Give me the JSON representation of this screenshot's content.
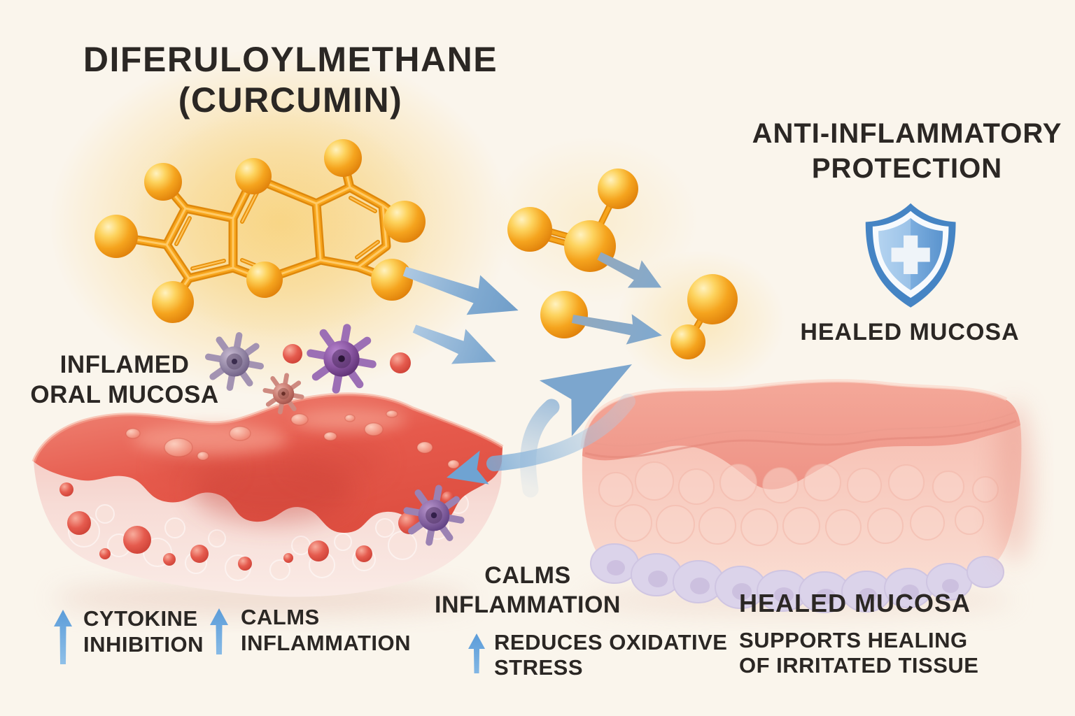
{
  "title": {
    "line1": "DIFERULOYLMETHANE",
    "line2": "(CURCUMIN)"
  },
  "protection_header": {
    "line1": "ANTI-INFLAMMATORY",
    "line2": "PROTECTION"
  },
  "shield_caption": "HEALED MUCOSA",
  "inflamed_label": {
    "line1": "INFLAMED",
    "line2": "ORAL MUCOSA"
  },
  "benefits": {
    "cytokine": {
      "line1": "CYTOKINE",
      "line2": "INHIBITION"
    },
    "calms_left": {
      "line1": "CALMS",
      "line2": "INFLAMMATION"
    },
    "calms_center": {
      "line1": "CALMS",
      "line2": "INFLAMMATION"
    },
    "oxidative": {
      "line1": "REDUCES OXIDATIVE",
      "line2": "STRESS"
    }
  },
  "healed_section": {
    "title": "HEALED MUCOSA",
    "sub_line1": "SUPPORTS HEALING",
    "sub_line2": "OF IRRITATED TISSUE"
  },
  "colors": {
    "background": "#FAF5EC",
    "text": "#2B2724",
    "molecule_orange": "#F6A41B",
    "molecule_glow": "#F8CE6E",
    "flow_arrow_blue": "#7FA9D0",
    "up_arrow_blue": "#64A0D8",
    "inflamed_red": "#E4564A",
    "pale_mucosa_pink": "#F6DCD6",
    "healed_pink": "#F3B3A6",
    "lavender_cells": "#DBD3EA",
    "shield_blue": "#5D95CE",
    "virus_purple": "#7C4E92"
  },
  "icons": {
    "shield": "shield-cross-icon",
    "up_arrow": "up-arrow-icon",
    "virus": "virus-icon",
    "molecule": "curcumin-molecule-icon",
    "flow_arrow": "flow-arrow-icon"
  }
}
